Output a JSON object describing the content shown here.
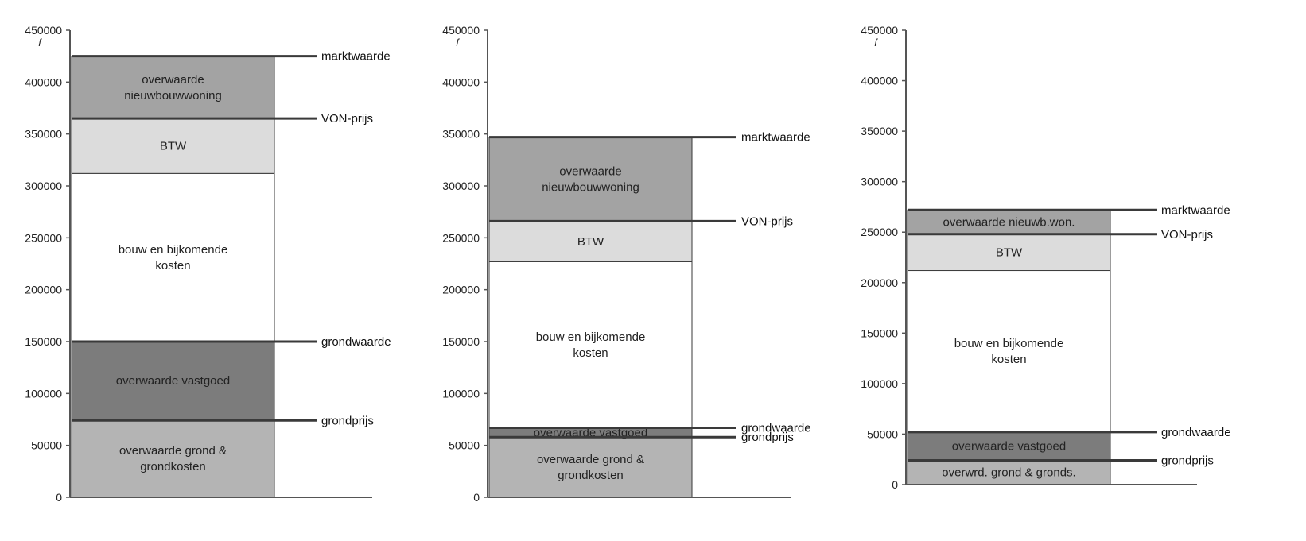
{
  "colors": {
    "overwaarde_nieuwbouw": "#a3a3a3",
    "btw": "#dcdcdc",
    "bouw": "#ffffff",
    "overwaarde_vastgoed": "#7c7c7c",
    "grond": "#b4b4b4",
    "axis": "#555555",
    "line": "#3a3a3a"
  },
  "chart_data": [
    {
      "type": "bar",
      "stacked": true,
      "unit_label": "f",
      "ylim": [
        0,
        450000
      ],
      "y_ticks": [
        "0",
        "50000",
        "100000",
        "150000",
        "200000",
        "250000",
        "300000",
        "350000",
        "400000",
        "450000"
      ],
      "segments": [
        {
          "from": 0,
          "to": 75000,
          "label_lines": [
            "overwaarde grond &",
            "grondkosten"
          ],
          "color_key": "grond"
        },
        {
          "from": 75000,
          "to": 150000,
          "label_lines": [
            "overwaarde vastgoed"
          ],
          "color_key": "overwaarde_vastgoed"
        },
        {
          "from": 150000,
          "to": 312000,
          "label_lines": [
            "bouw en bijkomende",
            "kosten"
          ],
          "color_key": "bouw"
        },
        {
          "from": 312000,
          "to": 365000,
          "label_lines": [
            "BTW"
          ],
          "color_key": "btw"
        },
        {
          "from": 365000,
          "to": 425000,
          "label_lines": [
            "overwaarde",
            "nieuwbouwwoning"
          ],
          "color_key": "overwaarde_nieuwbouw"
        }
      ],
      "reference_lines": [
        {
          "value": 425000,
          "label": "marktwaarde"
        },
        {
          "value": 365000,
          "label": "VON-prijs"
        },
        {
          "value": 150000,
          "label": "grondwaarde"
        },
        {
          "value": 74000,
          "label": "grondprijs"
        }
      ]
    },
    {
      "type": "bar",
      "stacked": true,
      "unit_label": "f",
      "ylim": [
        0,
        450000
      ],
      "y_ticks": [
        "0",
        "50000",
        "100000",
        "150000",
        "200000",
        "250000",
        "300000",
        "350000",
        "400000",
        "450000"
      ],
      "segments": [
        {
          "from": 0,
          "to": 58000,
          "label_lines": [
            "overwaarde grond &",
            "grondkosten"
          ],
          "color_key": "grond"
        },
        {
          "from": 58000,
          "to": 67000,
          "label_lines": [
            "overwaarde vastgoed"
          ],
          "color_key": "overwaarde_vastgoed"
        },
        {
          "from": 67000,
          "to": 227000,
          "label_lines": [
            "bouw en bijkomende",
            "kosten"
          ],
          "color_key": "bouw"
        },
        {
          "from": 227000,
          "to": 266000,
          "label_lines": [
            "BTW"
          ],
          "color_key": "btw"
        },
        {
          "from": 266000,
          "to": 347000,
          "label_lines": [
            "overwaarde",
            "nieuwbouwwoning"
          ],
          "color_key": "overwaarde_nieuwbouw"
        }
      ],
      "reference_lines": [
        {
          "value": 347000,
          "label": "marktwaarde"
        },
        {
          "value": 266000,
          "label": "VON-prijs"
        },
        {
          "value": 67000,
          "label": "grondwaarde"
        },
        {
          "value": 58000,
          "label": "grondprijs"
        }
      ]
    },
    {
      "type": "bar",
      "stacked": true,
      "unit_label": "f",
      "ylim": [
        0,
        450000
      ],
      "y_ticks": [
        "0",
        "50000",
        "100000",
        "150000",
        "200000",
        "250000",
        "300000",
        "350000",
        "400000",
        "450000"
      ],
      "segments": [
        {
          "from": 0,
          "to": 24000,
          "label_lines": [
            "overwrd. grond & gronds."
          ],
          "color_key": "grond"
        },
        {
          "from": 24000,
          "to": 52000,
          "label_lines": [
            "overwaarde vastgoed"
          ],
          "color_key": "overwaarde_vastgoed"
        },
        {
          "from": 52000,
          "to": 212000,
          "label_lines": [
            "bouw en bijkomende",
            "kosten"
          ],
          "color_key": "bouw"
        },
        {
          "from": 212000,
          "to": 248000,
          "label_lines": [
            "BTW"
          ],
          "color_key": "btw"
        },
        {
          "from": 248000,
          "to": 272000,
          "label_lines": [
            "overwaarde nieuwb.won."
          ],
          "color_key": "overwaarde_nieuwbouw"
        }
      ],
      "reference_lines": [
        {
          "value": 272000,
          "label": "marktwaarde"
        },
        {
          "value": 248000,
          "label": "VON-prijs"
        },
        {
          "value": 52000,
          "label": "grondwaarde"
        },
        {
          "value": 24000,
          "label": "grondprijs"
        }
      ]
    }
  ]
}
